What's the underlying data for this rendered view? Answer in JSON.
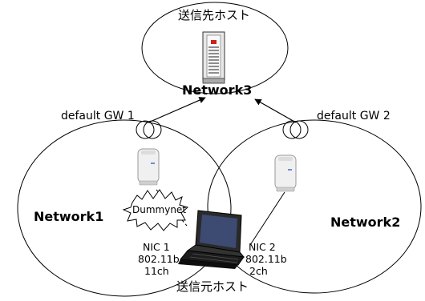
{
  "destination_host": {
    "label": "送信先ホスト"
  },
  "networks": {
    "network3": "Network3",
    "network1": "Network1",
    "network2": "Network2"
  },
  "gateways": {
    "gw1": "default GW 1",
    "gw2": "default GW 2"
  },
  "emulator": {
    "label": "Dummynet"
  },
  "nics": {
    "nic1": {
      "name": "NIC 1",
      "standard": "802.11b",
      "channel": "11ch"
    },
    "nic2": {
      "name": "NIC 2",
      "standard": "802.11b",
      "channel": "2ch"
    }
  },
  "source_host": {
    "label": "送信元ホスト"
  }
}
